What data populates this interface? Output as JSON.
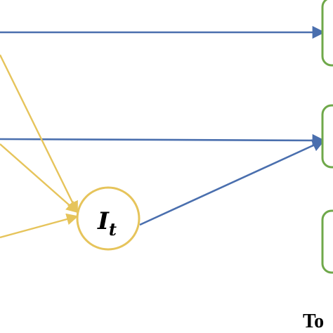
{
  "colors": {
    "blue": "#4a6fae",
    "yellow": "#e6c45b",
    "green": "#6fa84a",
    "text": "#000000",
    "background": "#ffffff"
  },
  "node": {
    "symbol": "I",
    "subscript": "t"
  },
  "caption": {
    "text": "To"
  }
}
